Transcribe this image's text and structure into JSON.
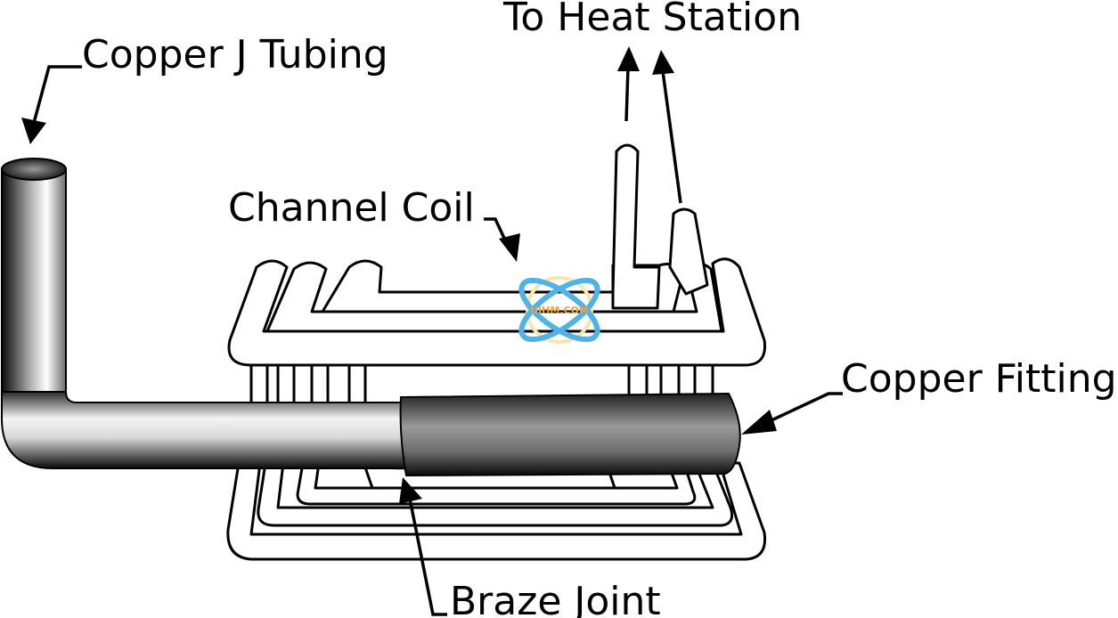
{
  "labels": {
    "copper_j_tubing": "Copper J Tubing",
    "to_heat_station": "To Heat Station",
    "channel_coil": "Channel Coil",
    "copper_fitting": "Copper Fitting",
    "braze_joint": "Braze Joint"
  },
  "logo": {
    "text": "UIHM.COM",
    "ring_color": "#4fb3e8",
    "text_color": "#f2a23a",
    "halo_color": "#f7e6a8"
  },
  "colors": {
    "line": "#000000",
    "background": "#ffffff",
    "tube_dark": "#111111",
    "tube_light": "#ffffff"
  }
}
